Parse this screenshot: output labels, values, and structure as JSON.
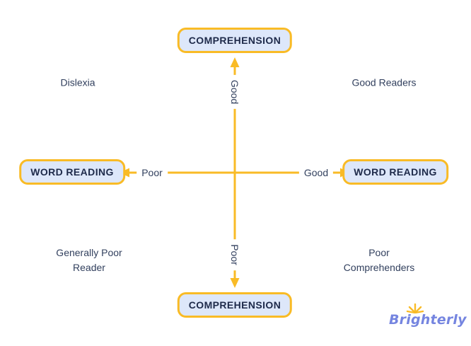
{
  "colors": {
    "accent_yellow": "#F9BB26",
    "box_fill": "#DDE7FA",
    "box_text": "#1E2A4A",
    "label_text": "#32405E",
    "logo_color": "#7585E0"
  },
  "boxes": {
    "top": "COMPREHENSION",
    "bottom": "COMPREHENSION",
    "left": "WORD READING",
    "right": "WORD READING"
  },
  "axis": {
    "vertical_top": "Good",
    "vertical_bottom": "Poor",
    "horizontal_left": "Poor",
    "horizontal_right": "Good"
  },
  "quadrants": {
    "top_left": [
      "Dislexia"
    ],
    "top_right": [
      "Good Readers"
    ],
    "bottom_left": [
      "Generally Poor",
      "Reader"
    ],
    "bottom_right": [
      "Poor",
      "Comprehenders"
    ]
  },
  "logo": {
    "text": "Brighterly",
    "icon": "sun-rays-icon"
  }
}
